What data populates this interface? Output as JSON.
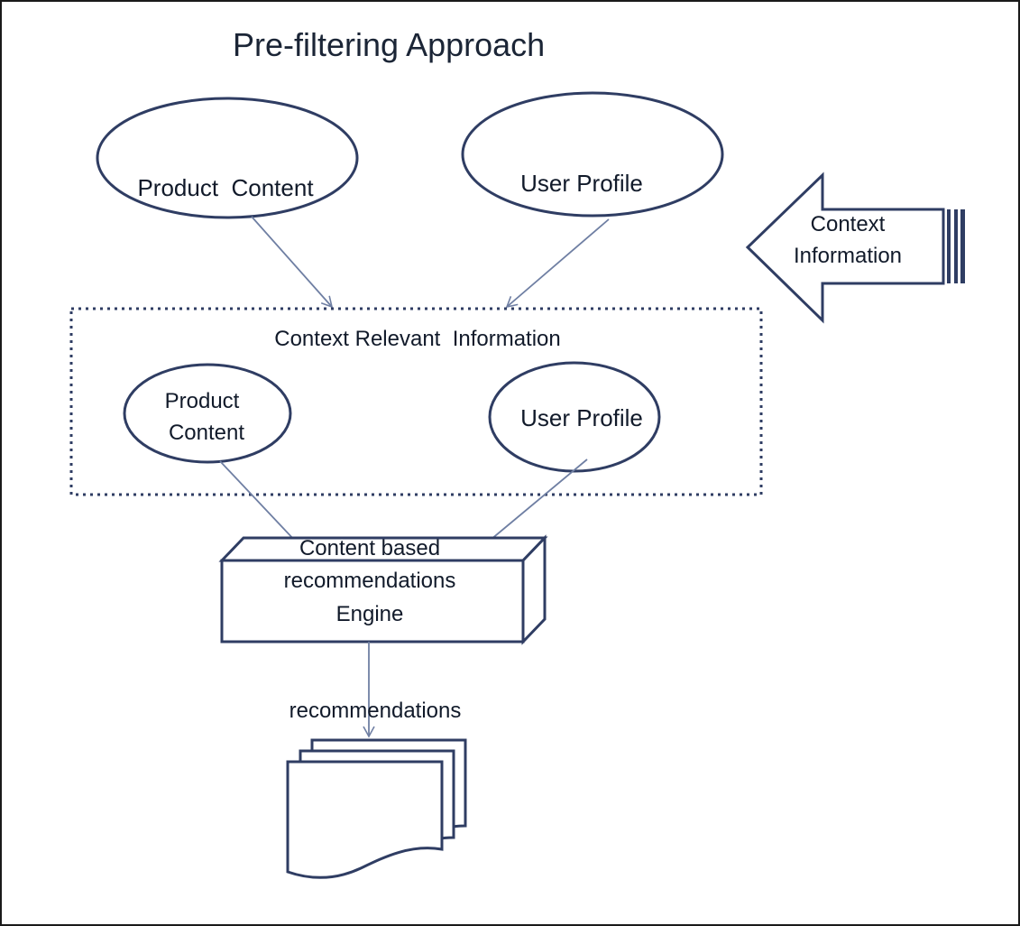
{
  "diagram": {
    "title": "Pre-filtering Approach",
    "top_nodes": {
      "product_content": "Product  Content",
      "user_profile": "User Profile"
    },
    "context_arrow": {
      "line1": "Context",
      "line2": "Information"
    },
    "context_box": {
      "label": "Context Relevant  Information",
      "product_content_line1": "Product",
      "product_content_line2": "Content",
      "user_profile": "User Profile"
    },
    "engine": {
      "line1": "Content based",
      "line2": "recommendations",
      "line3": "Engine"
    },
    "output_label": "recommendations",
    "colors": {
      "stroke": "#2f3d63",
      "arrow": "#6f7fa3",
      "text": "#111a2a"
    }
  }
}
